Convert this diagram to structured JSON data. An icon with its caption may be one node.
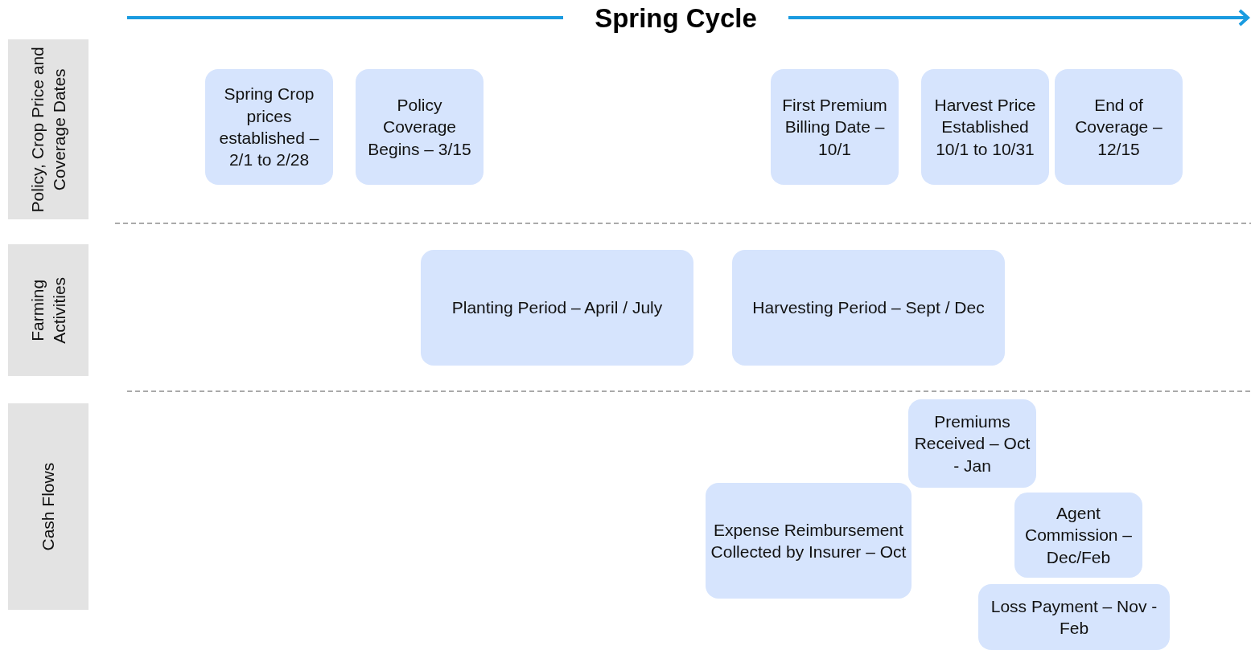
{
  "diagram": {
    "title": "Spring Cycle",
    "nodes": [
      {
        "text": [
          "Policy, Crop Price and Coverage Dates"
        ]
      },
      {
        "text": [
          "Spring Crop prices established – 2/1 to 2/28"
        ]
      },
      {
        "text": [
          "Policy Coverage Begins – 3/15"
        ]
      },
      {
        "text": [
          "First Premium Billing Date – 10/1"
        ]
      },
      {
        "text": [
          "Harvest Price Established 10/1 to 10/31"
        ]
      },
      {
        "text": [
          "End of Coverage – 12/15"
        ]
      },
      {
        "text": [
          "Farming Activities"
        ]
      },
      {
        "text": [
          "Planting Period – April / July"
        ]
      },
      {
        "text": [
          "Harvesting Period – Sept / Dec"
        ]
      },
      {
        "text": [
          "Cash Flows"
        ]
      },
      {
        "text": [
          "Premiums Received – Oct - Jan"
        ]
      },
      {
        "text": [
          "Expense Reimbursement Collected by Insurer – Oct"
        ]
      },
      {
        "text": [
          "Agent Commission – Dec/Feb"
        ]
      },
      {
        "text": [
          "Loss Payment – Nov - Feb"
        ]
      }
    ]
  }
}
